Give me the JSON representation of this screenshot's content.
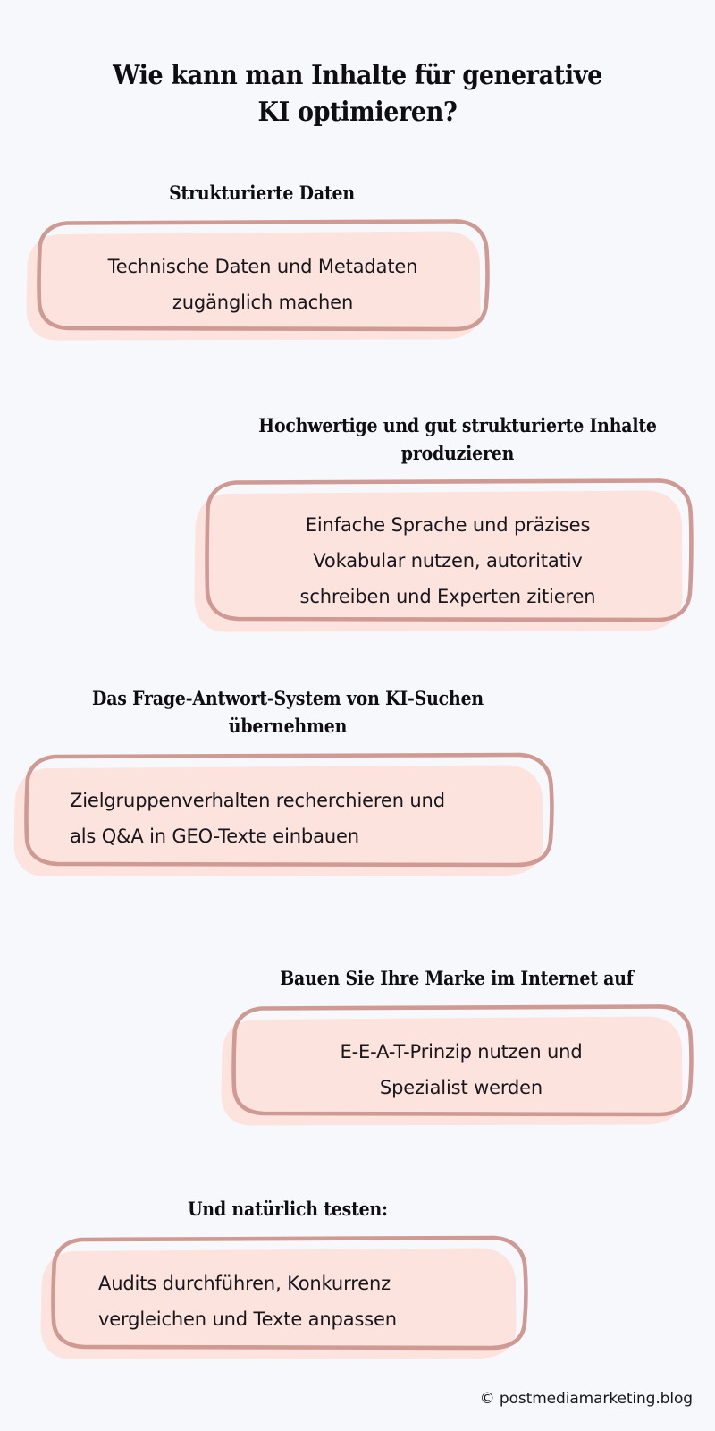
{
  "background_color": "#f7f8fc",
  "card_fill_color": "#fde3de",
  "card_stroke_color": "#cf9a93",
  "text_color": "#16161c",
  "heading_color": "#0d0d12",
  "title": {
    "line1": "Wie kann man Inhalte für generative",
    "line2": "KI optimieren?"
  },
  "sections": [
    {
      "heading_lines": [
        "Strukturierte Daten"
      ],
      "card_lines": [
        "Technische Daten und Metadaten",
        "zugänglich machen"
      ],
      "card_align": "center"
    },
    {
      "heading_lines": [
        "Hochwertige und gut strukturierte Inhalte",
        "produzieren"
      ],
      "card_lines": [
        "Einfache Sprache und präzises",
        "Vokabular nutzen, autoritativ",
        "schreiben und Experten zitieren"
      ],
      "card_align": "center"
    },
    {
      "heading_lines": [
        "Das Frage-Antwort-System von KI-Suchen",
        "übernehmen"
      ],
      "card_lines": [
        "Zielgruppenverhalten recherchieren und",
        "als Q&A in GEO-Texte einbauen"
      ],
      "card_align": "left"
    },
    {
      "heading_lines": [
        "Bauen Sie Ihre Marke im Internet auf"
      ],
      "card_lines": [
        "E-E-A-T-Prinzip nutzen und",
        "Spezialist werden"
      ],
      "card_align": "center"
    },
    {
      "heading_lines": [
        "Und natürlich testen:"
      ],
      "card_lines": [
        "Audits durchführen, Konkurrenz",
        "vergleichen und Texte anpassen"
      ],
      "card_align": "left"
    }
  ],
  "footer": {
    "copyright": "© postmediamarketing.blog"
  }
}
